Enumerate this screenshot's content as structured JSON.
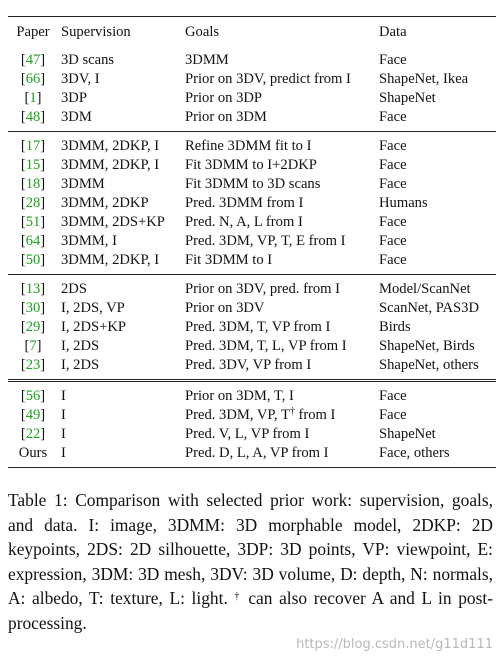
{
  "table": {
    "headers": [
      "Paper",
      "Supervision",
      "Goals",
      "Data"
    ],
    "groups": [
      [
        {
          "paper": "47",
          "supervision": "3D scans",
          "goals": "3DMM",
          "data": "Face"
        },
        {
          "paper": "66",
          "supervision": "3DV, I",
          "goals": "Prior on 3DV, predict from I",
          "data": "ShapeNet, Ikea"
        },
        {
          "paper": "1",
          "supervision": "3DP",
          "goals": "Prior on 3DP",
          "data": "ShapeNet"
        },
        {
          "paper": "48",
          "supervision": "3DM",
          "goals": "Prior on 3DM",
          "data": "Face"
        }
      ],
      [
        {
          "paper": "17",
          "supervision": "3DMM, 2DKP, I",
          "goals": "Refine 3DMM fit to I",
          "data": "Face"
        },
        {
          "paper": "15",
          "supervision": "3DMM, 2DKP, I",
          "goals": "Fit 3DMM to I+2DKP",
          "data": "Face"
        },
        {
          "paper": "18",
          "supervision": "3DMM",
          "goals": "Fit 3DMM to 3D scans",
          "data": "Face"
        },
        {
          "paper": "28",
          "supervision": "3DMM, 2DKP",
          "goals": "Pred. 3DMM from I",
          "data": "Humans"
        },
        {
          "paper": "51",
          "supervision": "3DMM, 2DS+KP",
          "goals": "Pred. N, A, L from I",
          "data": "Face"
        },
        {
          "paper": "64",
          "supervision": "3DMM, I",
          "goals": "Pred. 3DM, VP, T, E from I",
          "data": "Face"
        },
        {
          "paper": "50",
          "supervision": "3DMM, 2DKP, I",
          "goals": "Fit 3DMM to I",
          "data": "Face"
        }
      ],
      [
        {
          "paper": "13",
          "supervision": "2DS",
          "goals": "Prior on 3DV, pred. from I",
          "data": "Model/ScanNet"
        },
        {
          "paper": "30",
          "supervision": "I, 2DS, VP",
          "goals": "Prior on 3DV",
          "data": "ScanNet, PAS3D"
        },
        {
          "paper": "29",
          "supervision": "I, 2DS+KP",
          "goals": "Pred. 3DM, T, VP from I",
          "data": "Birds"
        },
        {
          "paper": "7",
          "supervision": "I, 2DS",
          "goals": "Pred. 3DM, T, L, VP from I",
          "data": "ShapeNet, Birds"
        },
        {
          "paper": "23",
          "supervision": "I, 2DS",
          "goals": "Pred. 3DV, VP from I",
          "data": "ShapeNet, others"
        }
      ],
      [
        {
          "paper": "56",
          "supervision": "I",
          "goals": "Prior on 3DM, T, I",
          "data": "Face"
        },
        {
          "paper": "49",
          "supervision": "I",
          "goals": "Pred. 3DM, VP, T",
          "goals_sup": "†",
          "goals_tail": " from I",
          "data": "Face"
        },
        {
          "paper": "22",
          "supervision": "I",
          "goals": "Pred. V, L, VP from I",
          "data": "ShapeNet"
        },
        {
          "paper": "Ours",
          "supervision": "I",
          "goals": "Pred. D, L, A, VP from I",
          "data": "Face, others"
        }
      ]
    ]
  },
  "caption": {
    "main": "Table 1: Comparison with selected prior work: supervision, goals, and data. I: image, 3DMM: 3D morphable model, 2DKP: 2D keypoints, 2DS: 2D silhouette, 3DP: 3D points, VP: viewpoint, E: expression, 3DM: 3D mesh, 3DV: 3D volume, D: depth, N: normals, A: albedo, T: texture, L: light.",
    "dagger": "†",
    "tail": " can also recover A and L in post-processing."
  },
  "watermark": "https://blog.csdn.net/g11d111"
}
